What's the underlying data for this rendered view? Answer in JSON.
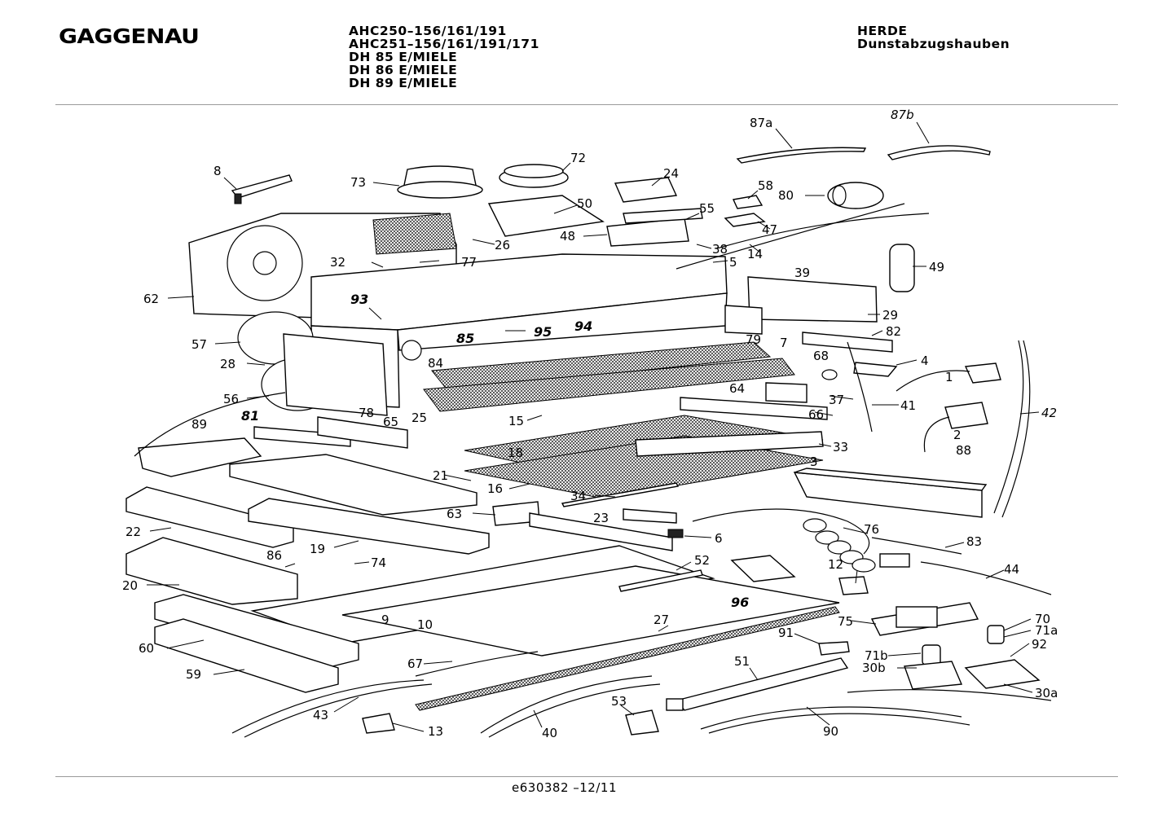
{
  "header": {
    "brand": "GAGGENAU",
    "models": [
      "AHC250–156/161/191",
      "AHC251–156/161/191/171",
      "DH 85 E/MIELE",
      "DH 86 E/MIELE",
      "DH 89 E/MIELE"
    ],
    "category_line1": "HERDE",
    "category_line2": "Dunstabzugshauben"
  },
  "footer": {
    "doc_number": "e630382 –12/11"
  },
  "diagram": {
    "callouts": [
      {
        "n": "87a"
      },
      {
        "n": "87b"
      },
      {
        "n": "72"
      },
      {
        "n": "8"
      },
      {
        "n": "73"
      },
      {
        "n": "24"
      },
      {
        "n": "58"
      },
      {
        "n": "80"
      },
      {
        "n": "50"
      },
      {
        "n": "55"
      },
      {
        "n": "47"
      },
      {
        "n": "48"
      },
      {
        "n": "26"
      },
      {
        "n": "38"
      },
      {
        "n": "14"
      },
      {
        "n": "32"
      },
      {
        "n": "77"
      },
      {
        "n": "5"
      },
      {
        "n": "49"
      },
      {
        "n": "39"
      },
      {
        "n": "62"
      },
      {
        "n": "93"
      },
      {
        "n": "94"
      },
      {
        "n": "29"
      },
      {
        "n": "85"
      },
      {
        "n": "95"
      },
      {
        "n": "82"
      },
      {
        "n": "57"
      },
      {
        "n": "79"
      },
      {
        "n": "7"
      },
      {
        "n": "68"
      },
      {
        "n": "4"
      },
      {
        "n": "28"
      },
      {
        "n": "84"
      },
      {
        "n": "1"
      },
      {
        "n": "64"
      },
      {
        "n": "37"
      },
      {
        "n": "56"
      },
      {
        "n": "78"
      },
      {
        "n": "25"
      },
      {
        "n": "41"
      },
      {
        "n": "42"
      },
      {
        "n": "65"
      },
      {
        "n": "66"
      },
      {
        "n": "81"
      },
      {
        "n": "15"
      },
      {
        "n": "2"
      },
      {
        "n": "89"
      },
      {
        "n": "33"
      },
      {
        "n": "18"
      },
      {
        "n": "88"
      },
      {
        "n": "21"
      },
      {
        "n": "3"
      },
      {
        "n": "16"
      },
      {
        "n": "34"
      },
      {
        "n": "63"
      },
      {
        "n": "23"
      },
      {
        "n": "76"
      },
      {
        "n": "22"
      },
      {
        "n": "6"
      },
      {
        "n": "83"
      },
      {
        "n": "19"
      },
      {
        "n": "86"
      },
      {
        "n": "74"
      },
      {
        "n": "52"
      },
      {
        "n": "44"
      },
      {
        "n": "20"
      },
      {
        "n": "12"
      },
      {
        "n": "96"
      },
      {
        "n": "9"
      },
      {
        "n": "10"
      },
      {
        "n": "27"
      },
      {
        "n": "75"
      },
      {
        "n": "70"
      },
      {
        "n": "71a"
      },
      {
        "n": "91"
      },
      {
        "n": "60"
      },
      {
        "n": "92"
      },
      {
        "n": "71b"
      },
      {
        "n": "67"
      },
      {
        "n": "30b"
      },
      {
        "n": "51"
      },
      {
        "n": "59"
      },
      {
        "n": "30a"
      },
      {
        "n": "53"
      },
      {
        "n": "43"
      },
      {
        "n": "13"
      },
      {
        "n": "40"
      },
      {
        "n": "90"
      }
    ]
  }
}
